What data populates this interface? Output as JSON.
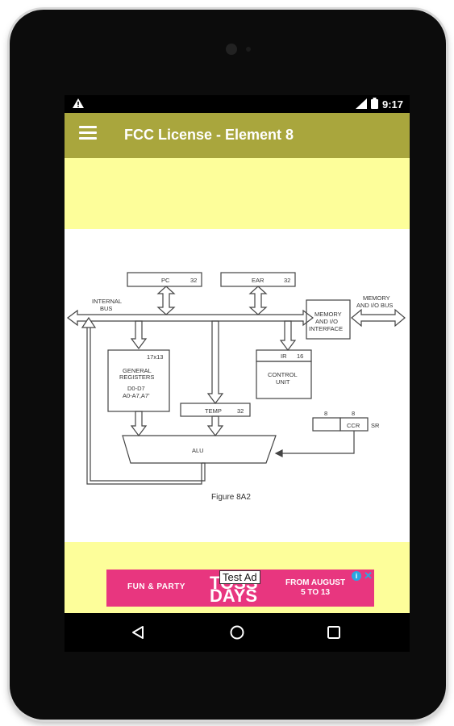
{
  "status_bar": {
    "time": "9:17"
  },
  "app_bar": {
    "title": "FCC License - Element 8"
  },
  "diagram": {
    "pc_label": "PC",
    "pc_bits": "32",
    "ear_label": "EAR",
    "ear_bits": "32",
    "internal_bus_line1": "INTERNAL",
    "internal_bus_line2": "BUS",
    "memory_io_line1": "MEMORY",
    "memory_io_line2": "AND I/O",
    "memory_io_line3": "INTERFACE",
    "memory_bus_line1": "MEMORY",
    "memory_bus_line2": "AND I/O BUS",
    "gen_reg_size": "17x13",
    "gen_reg_line1": "GENERAL",
    "gen_reg_line2": "REGISTERS",
    "gen_reg_line3": "D0-D7",
    "gen_reg_line4": "A0-A7,A7'",
    "ir_label": "IR",
    "ir_bits": "16",
    "control_unit_line1": "CONTROL",
    "control_unit_line2": "UNIT",
    "temp_label": "TEMP",
    "temp_bits": "32",
    "sr_left_bits": "8",
    "sr_right_bits": "8",
    "ccr_label": "CCR",
    "sr_label": "SR",
    "alu_label": "ALU",
    "caption": "Figure 8A2"
  },
  "ad": {
    "left_text": "FUN & PARTY",
    "days_top": "TOSS",
    "days_bottom": "DAYS",
    "right_line1": "FROM AUGUST",
    "right_line2": "5 TO 13",
    "test_label": "Test Ad",
    "info_symbol": "i",
    "close_symbol": "✕"
  }
}
